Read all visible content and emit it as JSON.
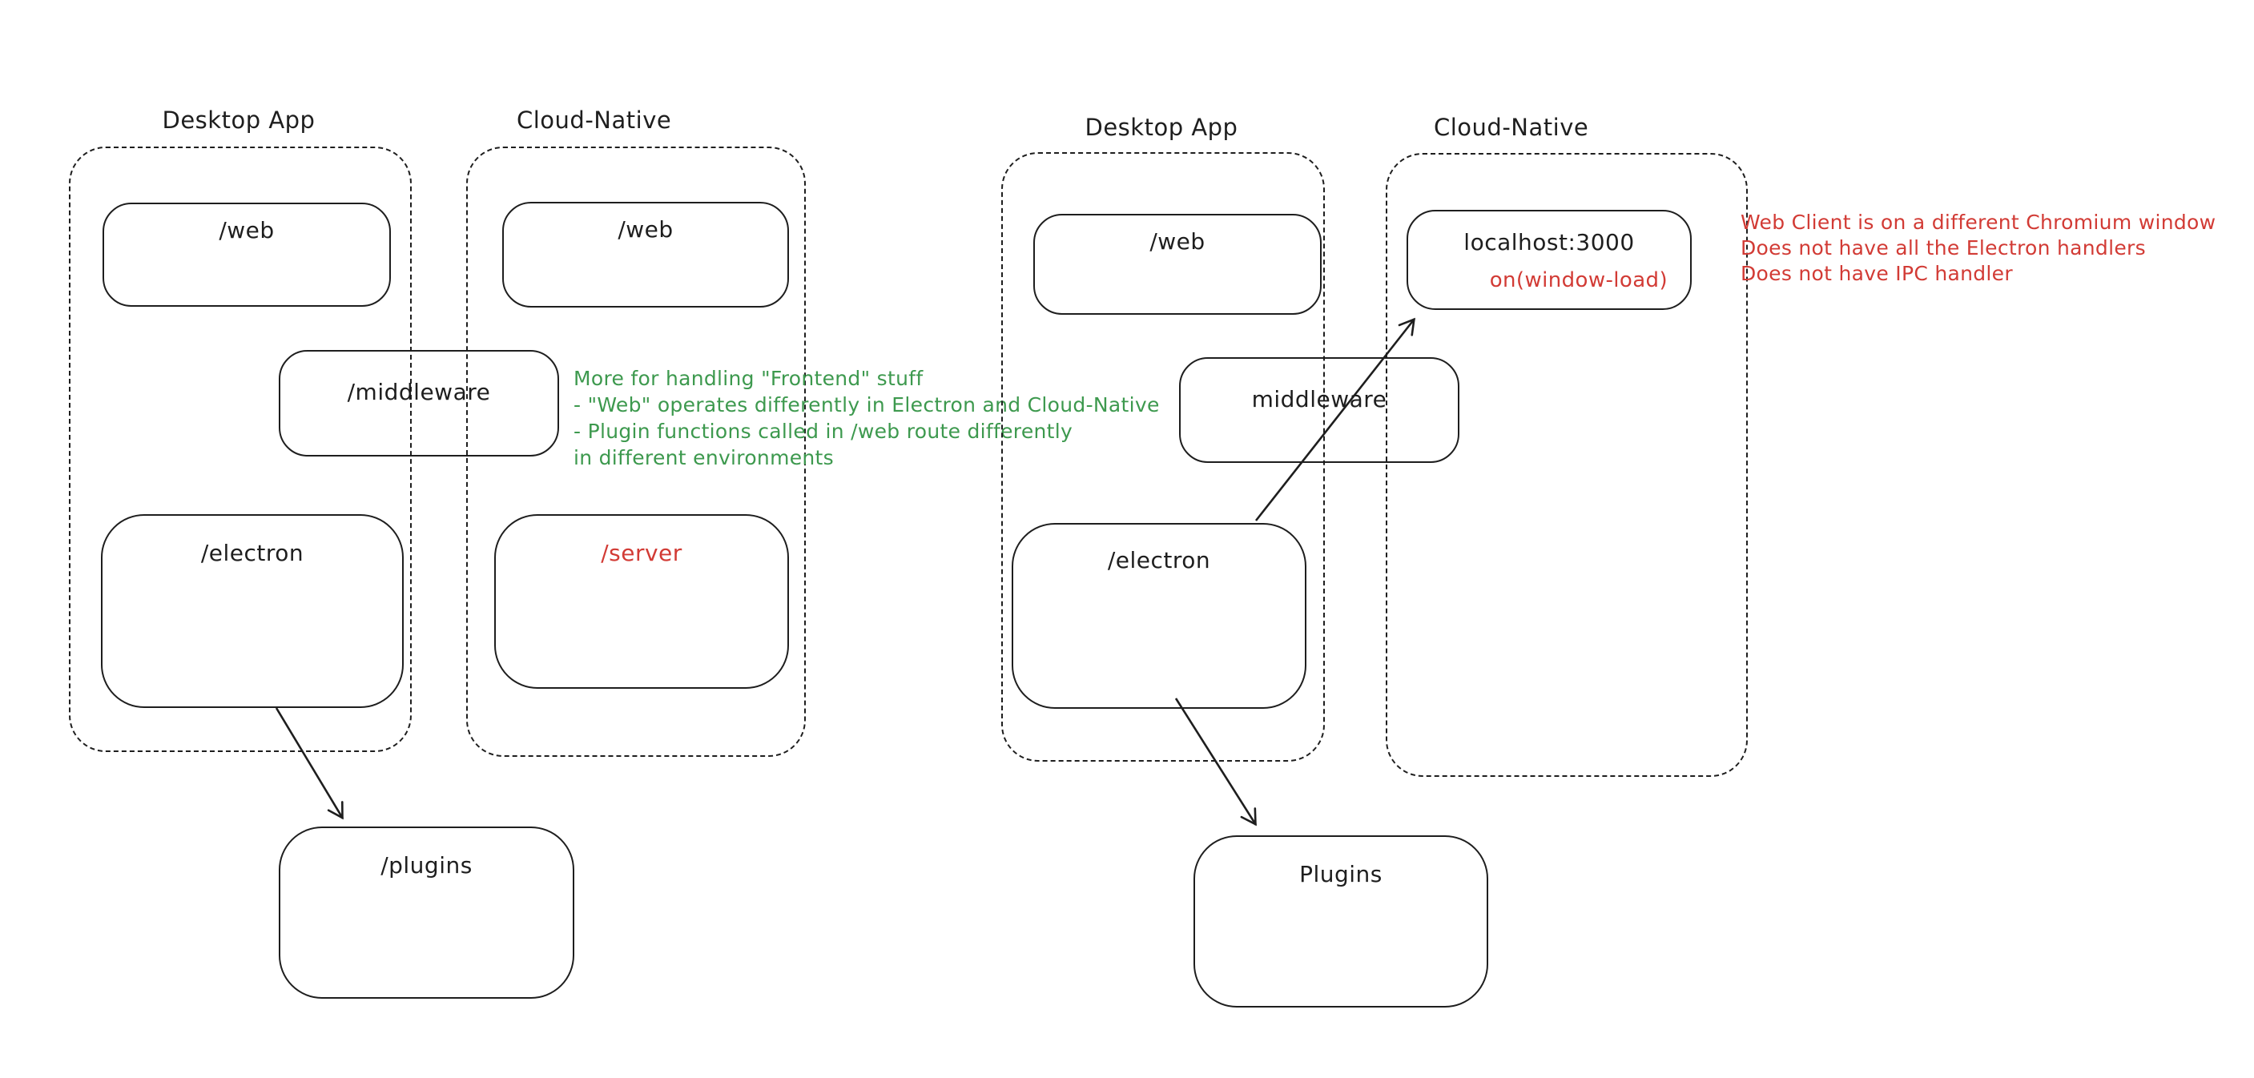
{
  "colors": {
    "stroke": "#1e1e1e",
    "green_note": "#3d994e",
    "red_note": "#d23b35",
    "background": "#ffffff"
  },
  "left": {
    "desktop_title": "Desktop App",
    "cloud_title": "Cloud-Native",
    "web_desktop": "/web",
    "web_cloud": "/web",
    "middleware": "/middleware",
    "electron": "/electron",
    "server": "/server",
    "plugins": "/plugins",
    "green_note_lines": [
      "More for handling \"Frontend\" stuff",
      "- \"Web\" operates differently in Electron and Cloud-Native",
      "- Plugin functions called in /web route differently",
      "in different environments"
    ]
  },
  "right": {
    "desktop_title": "Desktop App",
    "cloud_title": "Cloud-Native",
    "web": "/web",
    "localhost": "localhost:3000",
    "window_load": "on(window-load)",
    "middleware": "middleware",
    "electron": "/electron",
    "plugins": "Plugins",
    "red_note_lines": [
      "Web Client is on a different Chromium window",
      "Does not have all the Electron handlers",
      "Does not have IPC handler"
    ]
  }
}
